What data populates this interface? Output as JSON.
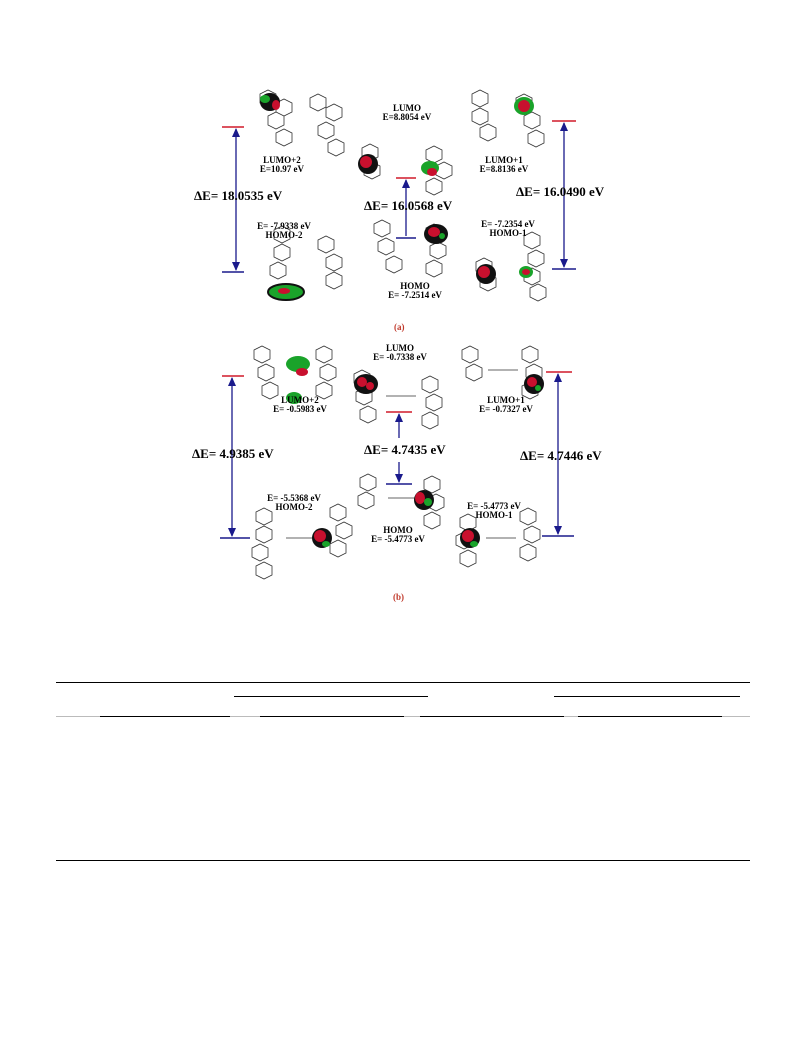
{
  "figure_a": {
    "caption": "(a)",
    "lumo": "LUMO",
    "lumo_e": "E=8.8054 eV",
    "lumo2": "LUMO+2",
    "lumo2_e": "E=10.97 eV",
    "lumo1": "LUMO+1",
    "lumo1_e": "E=8.8136 eV",
    "homo": "HOMO",
    "homo_e": "E= -7.2514 eV",
    "homo2": "HOMO-2",
    "homo2_e": "E= -7.9338 eV",
    "homo1": "HOMO-1",
    "homo1_e": "E= -7.2354 eV",
    "gap_left": "ΔE= 18.0535 eV",
    "gap_center": "ΔE= 16.0568 eV",
    "gap_right": "ΔE= 16.0490 eV"
  },
  "figure_b": {
    "caption": "(b)",
    "lumo": "LUMO",
    "lumo_e": "E= -0.7338 eV",
    "lumo2": "LUMO+2",
    "lumo2_e": "E= -0.5983 eV",
    "lumo1": "LUMO+1",
    "lumo1_e": "E= -0.7327 eV",
    "homo": "HOMO",
    "homo_e": "E= -5.4773 eV",
    "homo2": "HOMO-2",
    "homo2_e": "E= -5.5368 eV",
    "homo1": "HOMO-1",
    "homo1_e": "E= -5.4773 eV",
    "gap_left": "ΔE= 4.9385 eV",
    "gap_center": "ΔE= 4.7435 eV",
    "gap_right": "ΔE= 4.7446 eV"
  },
  "colors": {
    "arrow": "#1a1a8c",
    "level": "#d11a2a",
    "lobe_red": "#c8102e",
    "lobe_green": "#1aa32a",
    "caption": "#c0392b"
  }
}
